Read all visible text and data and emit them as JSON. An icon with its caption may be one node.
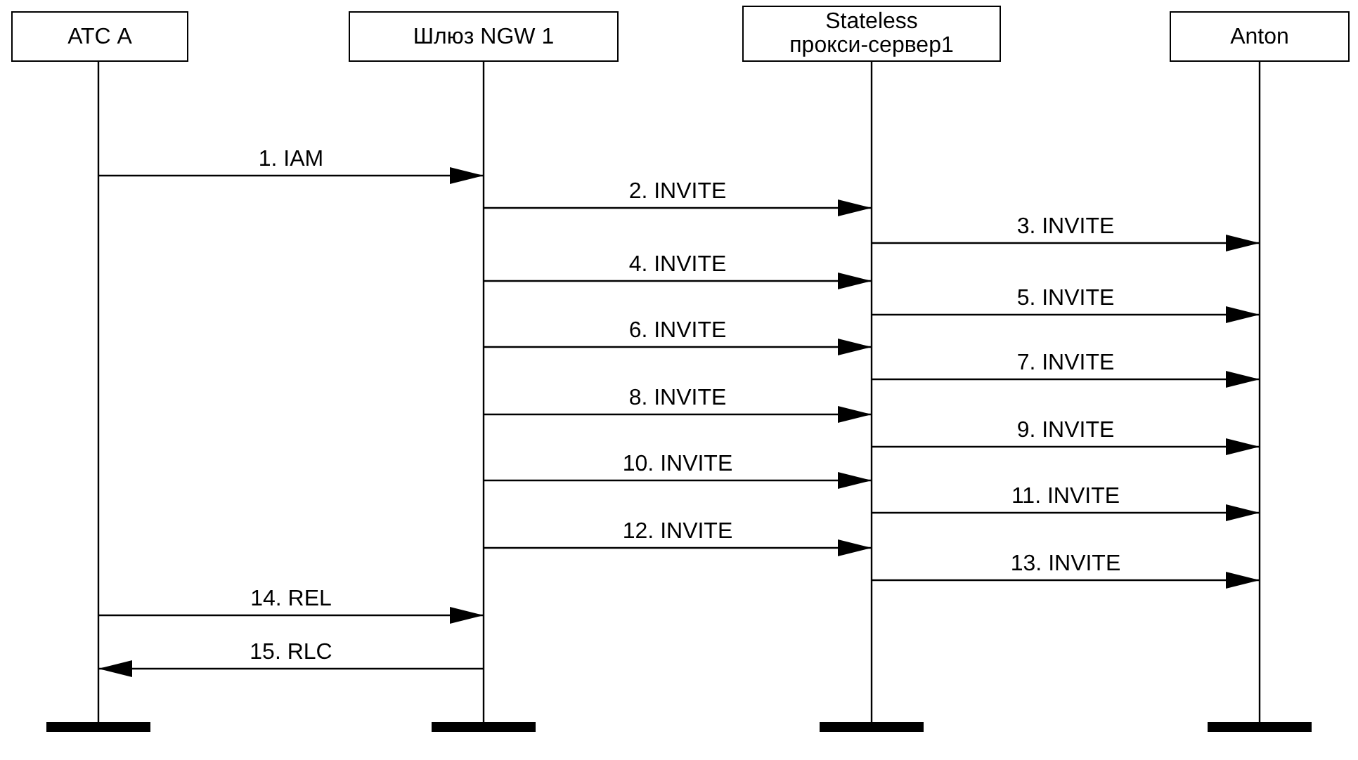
{
  "diagram": {
    "nodes": [
      {
        "text": [
          "АТС А"
        ]
      },
      {
        "text": [
          "Шлюз NGW 1"
        ]
      },
      {
        "text": [
          "Stateless прокси-сервер1"
        ]
      },
      {
        "text": [
          "Anton"
        ]
      }
    ],
    "edges": [
      {
        "from": 0,
        "to": 1,
        "arrow": "to",
        "label": "1. IAM"
      },
      {
        "from": 1,
        "to": 2,
        "arrow": "to",
        "label": "2. INVITE"
      },
      {
        "from": 2,
        "to": 3,
        "arrow": "to",
        "label": "3. INVITE"
      },
      {
        "from": 1,
        "to": 2,
        "arrow": "to",
        "label": "4. INVITE"
      },
      {
        "from": 2,
        "to": 3,
        "arrow": "to",
        "label": "5. INVITE"
      },
      {
        "from": 1,
        "to": 2,
        "arrow": "to",
        "label": "6. INVITE"
      },
      {
        "from": 2,
        "to": 3,
        "arrow": "to",
        "label": "7. INVITE"
      },
      {
        "from": 1,
        "to": 2,
        "arrow": "to",
        "label": "8. INVITE"
      },
      {
        "from": 2,
        "to": 3,
        "arrow": "to",
        "label": "9. INVITE"
      },
      {
        "from": 1,
        "to": 2,
        "arrow": "to",
        "label": "10. INVITE"
      },
      {
        "from": 2,
        "to": 3,
        "arrow": "to",
        "label": "11. INVITE"
      },
      {
        "from": 1,
        "to": 2,
        "arrow": "to",
        "label": "12. INVITE"
      },
      {
        "from": 2,
        "to": 3,
        "arrow": "to",
        "label": "13. INVITE"
      },
      {
        "from": 0,
        "to": 1,
        "arrow": "to",
        "label": "14. REL"
      },
      {
        "from": 1,
        "to": 0,
        "arrow": "to",
        "label": "15. RLC"
      }
    ]
  }
}
